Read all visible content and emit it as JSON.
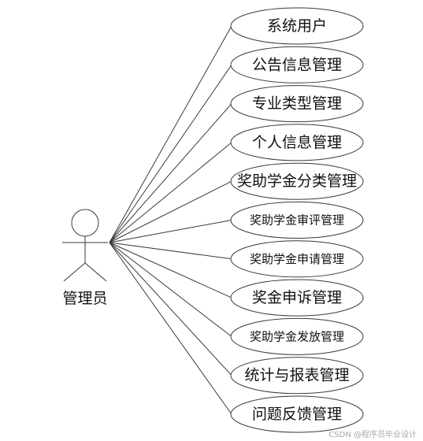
{
  "actor": {
    "label": "管理员"
  },
  "use_cases": [
    {
      "id": "system-users",
      "label": "系统用户"
    },
    {
      "id": "announcement-management",
      "label": "公告信息管理"
    },
    {
      "id": "major-type-management",
      "label": "专业类型管理"
    },
    {
      "id": "personal-info-management",
      "label": "个人信息管理"
    },
    {
      "id": "scholarship-category-management",
      "label": "奖助学金分类管理"
    },
    {
      "id": "scholarship-review-management",
      "label": "奖助学金审评管理"
    },
    {
      "id": "scholarship-application-management",
      "label": "奖助学金申请管理"
    },
    {
      "id": "scholarship-appeal-management",
      "label": "奖金申诉管理"
    },
    {
      "id": "scholarship-payment-management",
      "label": "奖助学金发放管理"
    },
    {
      "id": "statistics-report-management",
      "label": "统计与报表管理"
    },
    {
      "id": "issue-feedback-management",
      "label": "问题反馈管理"
    }
  ],
  "watermark": "CSDN @程序员毕业设计"
}
